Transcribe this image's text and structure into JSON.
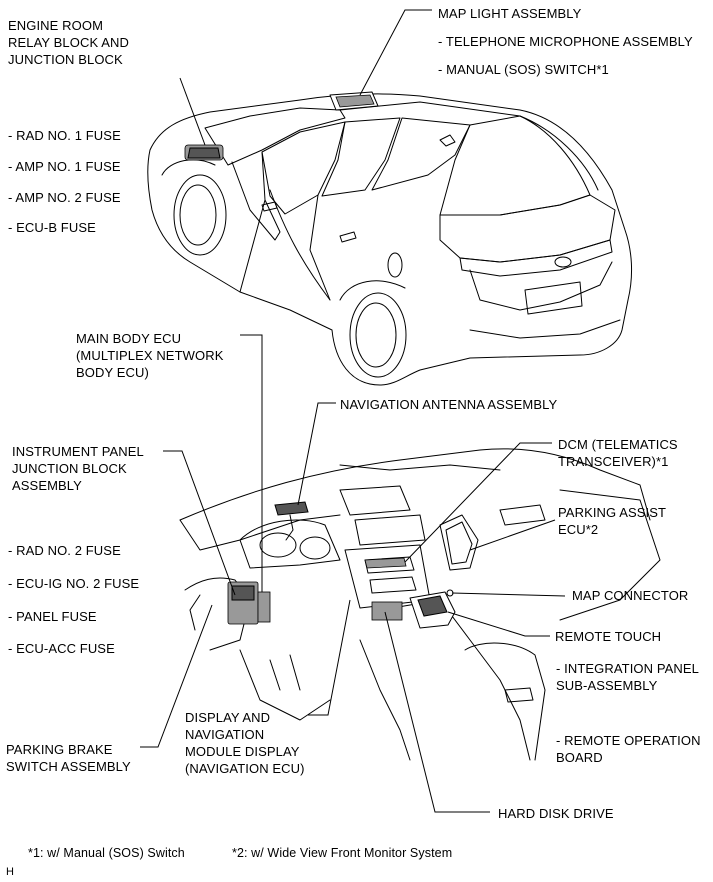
{
  "labels": {
    "map_light": "MAP LIGHT ASSEMBLY",
    "telephone_mic": "- TELEPHONE MICROPHONE ASSEMBLY",
    "manual_sos": "- MANUAL (SOS) SWITCH*1",
    "engine_room": "ENGINE ROOM\nRELAY BLOCK AND\nJUNCTION BLOCK",
    "rad1": "- RAD NO. 1 FUSE",
    "amp1": "- AMP NO. 1 FUSE",
    "amp2": "- AMP NO. 2 FUSE",
    "ecub": "- ECU-B FUSE",
    "main_body": "MAIN BODY ECU\n(MULTIPLEX NETWORK\nBODY ECU)",
    "nav_antenna": "NAVIGATION ANTENNA ASSEMBLY",
    "instrument_panel": "INSTRUMENT PANEL\nJUNCTION BLOCK\nASSEMBLY",
    "dcm": "DCM (TELEMATICS\nTRANSCEIVER)*1",
    "parking_assist": "PARKING ASSIST\nECU*2",
    "rad2": "- RAD NO. 2 FUSE",
    "ecuig2": "- ECU-IG NO. 2 FUSE",
    "panel": "- PANEL FUSE",
    "ecuacc": "- ECU-ACC FUSE",
    "map_connector": "MAP CONNECTOR",
    "remote_touch": "REMOTE TOUCH",
    "integration_panel": "- INTEGRATION PANEL\nSUB-ASSEMBLY",
    "display_nav": "DISPLAY AND\nNAVIGATION\nMODULE DISPLAY\n(NAVIGATION ECU)",
    "parking_brake": "PARKING BRAKE\nSWITCH ASSEMBLY",
    "remote_board": "- REMOTE OPERATION\nBOARD",
    "hdd": "HARD DISK DRIVE",
    "note1": "*1: w/ Manual (SOS) Switch",
    "note2": "*2: w/ Wide View Front Monitor System",
    "corner": "H"
  }
}
